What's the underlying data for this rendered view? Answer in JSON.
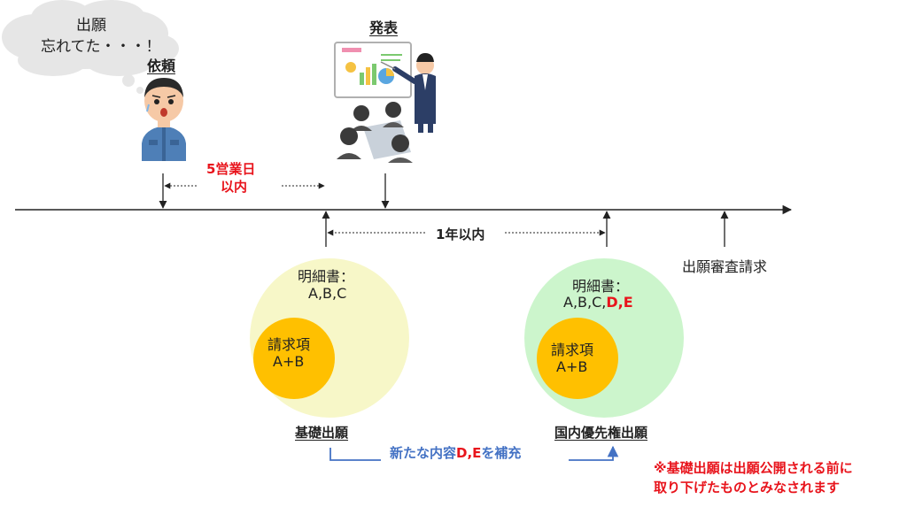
{
  "thought_bubble": {
    "line1": "出願",
    "line2": "忘れてた・・・！"
  },
  "request_label": "依頼",
  "presentation_label": "発表",
  "deadline": {
    "line1": "5営業日",
    "line2": "以内"
  },
  "one_year_label": "1年以内",
  "exam_request_label": "出願審査請求",
  "basic_circle": {
    "spec_title": "明細書：",
    "spec_items": "A,B,C",
    "claims_title": "請求項",
    "claims_items": "A+B",
    "name": "基礎出願",
    "fill": "#f7f7c8",
    "claims_fill": "#ffc000"
  },
  "priority_circle": {
    "spec_title": "明細書：",
    "spec_items": "A,B,C,",
    "spec_added": "D,E",
    "claims_title": "請求項",
    "claims_items": "A+B",
    "name": "国内優先権出願",
    "fill": "#ccf5cc",
    "claims_fill": "#ffc000"
  },
  "supplement": {
    "prefix": "新たな内容",
    "highlight": "D,E",
    "suffix": "を補充"
  },
  "note": {
    "line1": "※基礎出願は出願公開される前に",
    "line2": "取り下げたものとみなされます"
  },
  "colors": {
    "accent_red": "#e8141c",
    "accent_blue": "#4472c4"
  }
}
